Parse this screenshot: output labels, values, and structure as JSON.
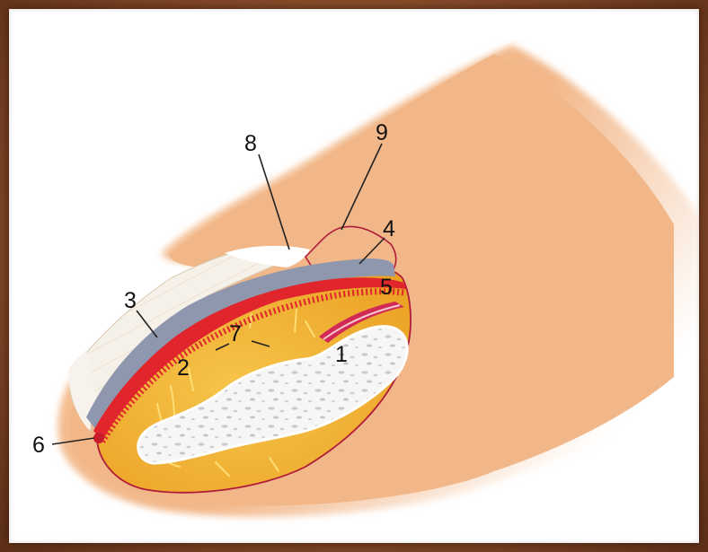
{
  "labels": {
    "l1": "1",
    "l2": "2",
    "l3": "3",
    "l4": "4",
    "l5": "5",
    "l6": "6",
    "l7": "7",
    "l8": "8",
    "l9": "9"
  },
  "colors": {
    "frame": "#8a4e2c",
    "background": "#ffffff",
    "skin": "#f2b98a",
    "nail_plate": "#f3ede4",
    "nail_bed": "#8f97ae",
    "dermis_red": "#e0252c",
    "pulp_yellow": "#f2b232",
    "bone": "#f5f5f5",
    "vessels": "#ffe37a",
    "outline": "#a81a35",
    "leader_lines": "#222222"
  }
}
